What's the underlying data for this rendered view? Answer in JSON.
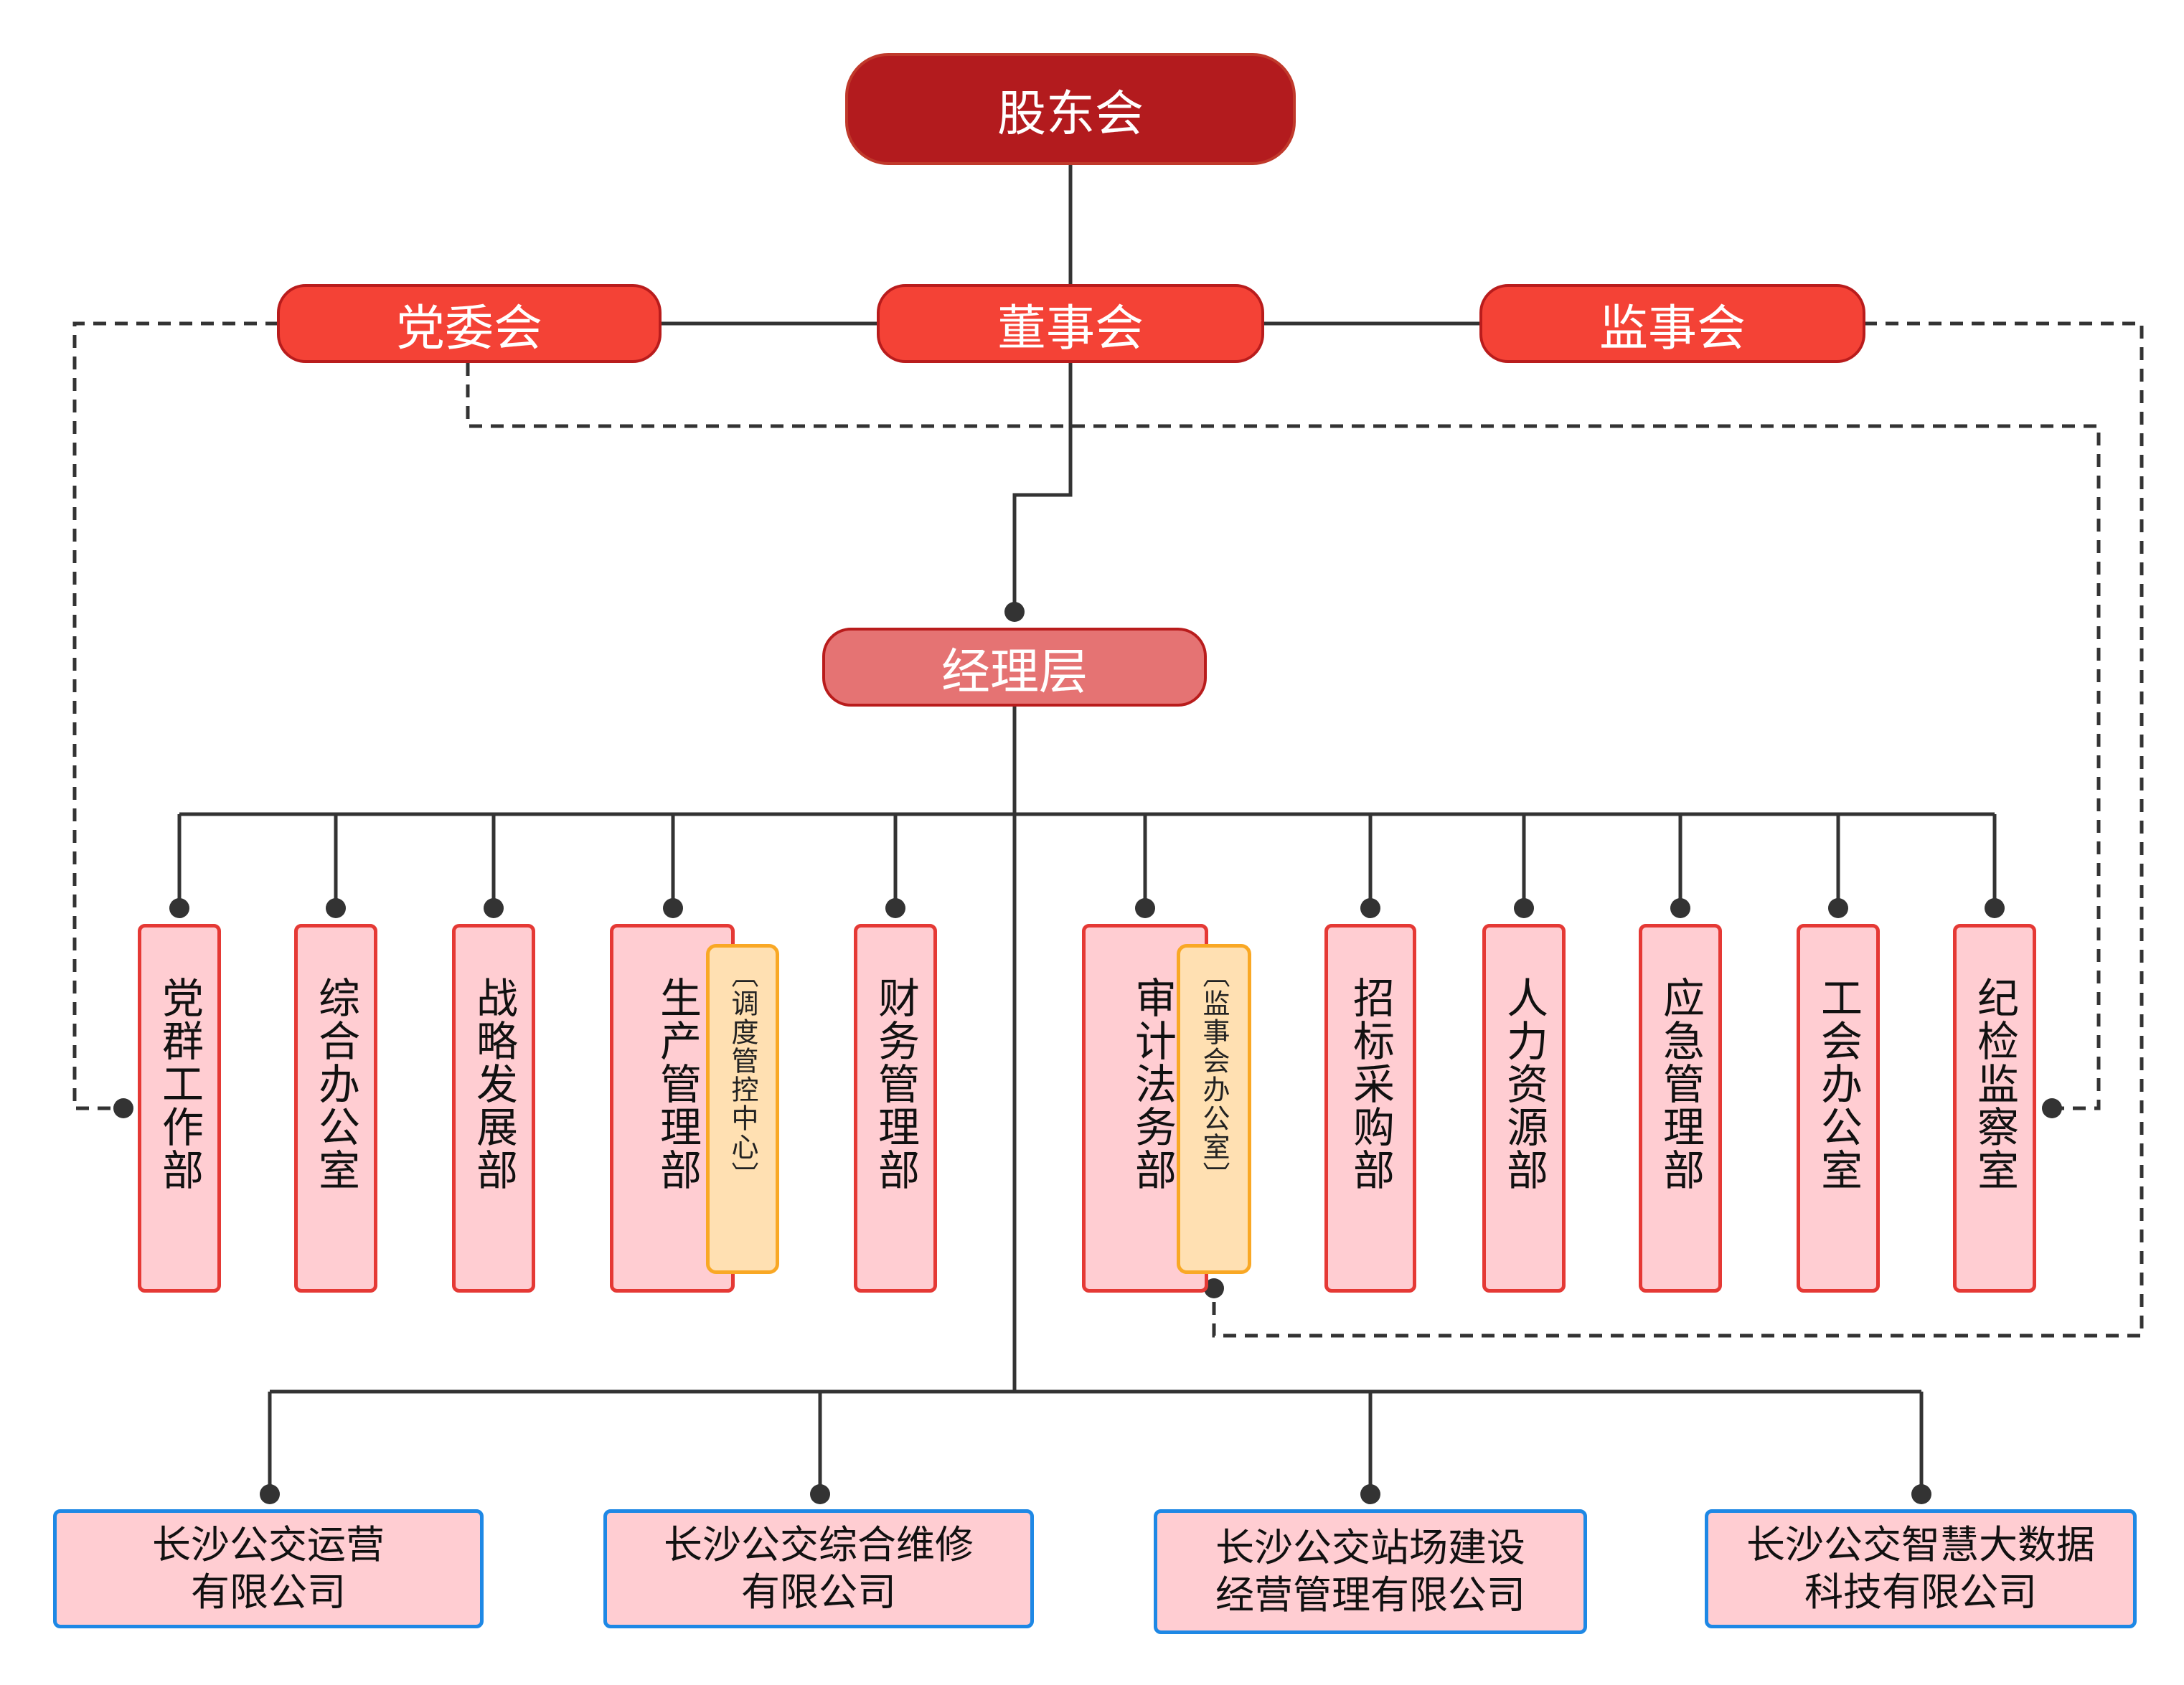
{
  "top": {
    "label": "股东会"
  },
  "board": {
    "party": "党委会",
    "directors": "董事会",
    "supervisors": "监事会"
  },
  "manager": {
    "label": "经理层"
  },
  "departments": [
    {
      "label": "党群工作部"
    },
    {
      "label": "综合办公室"
    },
    {
      "label": "战略发展部"
    },
    {
      "label": "生产管理部"
    },
    {
      "label": "财务管理部"
    },
    {
      "label": "审计法务部"
    },
    {
      "label": "招标采购部"
    },
    {
      "label": "人力资源部"
    },
    {
      "label": "应急管理部"
    },
    {
      "label": "工会办公室"
    },
    {
      "label": "纪检监察室"
    }
  ],
  "sub_units": {
    "dispatch": "︹调度管控中心︺",
    "supervisors_office": "︹监事会办公室︺"
  },
  "companies": [
    {
      "label": "长沙公交运营\n有限公司"
    },
    {
      "label": "长沙公交综合维修\n有限公司"
    },
    {
      "label": "长沙公交站场建设\n经营管理有限公司"
    },
    {
      "label": "长沙公交智慧大数据\n科技有限公司"
    }
  ],
  "colors": {
    "top": "#b31b1e",
    "board": "#f44236",
    "manager": "#e57373",
    "department_fill": "#ffcdd2",
    "department_border": "#e53935",
    "sub_unit_fill": "#ffe0b2",
    "sub_unit_border": "#f9a825",
    "company_border": "#1e88e5",
    "line": "#333333"
  }
}
